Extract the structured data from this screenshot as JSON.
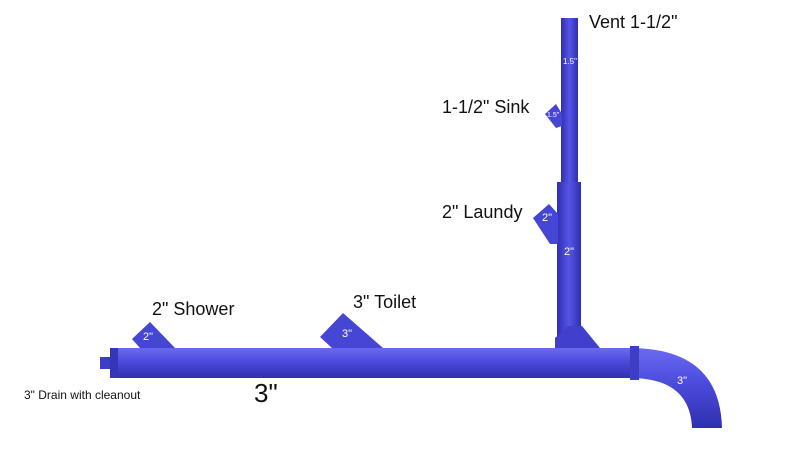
{
  "diagram": {
    "labels": {
      "vent": "Vent 1-1/2\"",
      "sink": "1-1/2\" Sink",
      "laundry": "2\" Laundy",
      "shower": "2\" Shower",
      "toilet": "3\" Toilet",
      "main_size": "3\"",
      "drain": "3\" Drain with cleanout"
    },
    "pipe_marks": {
      "vent_upper": "1.5\"",
      "sink_fitting": "1.5\"",
      "laundry_fitting": "2\"",
      "stack_lower": "2\"",
      "shower_fitting": "2\"",
      "toilet_fitting": "3\"",
      "elbow": "3\""
    },
    "colors": {
      "pipe": "#4b4bdc",
      "pipe_dark": "#2f2fb0",
      "pipe_light": "#6a6af0",
      "text_on_pipe": "#ffffff"
    }
  }
}
